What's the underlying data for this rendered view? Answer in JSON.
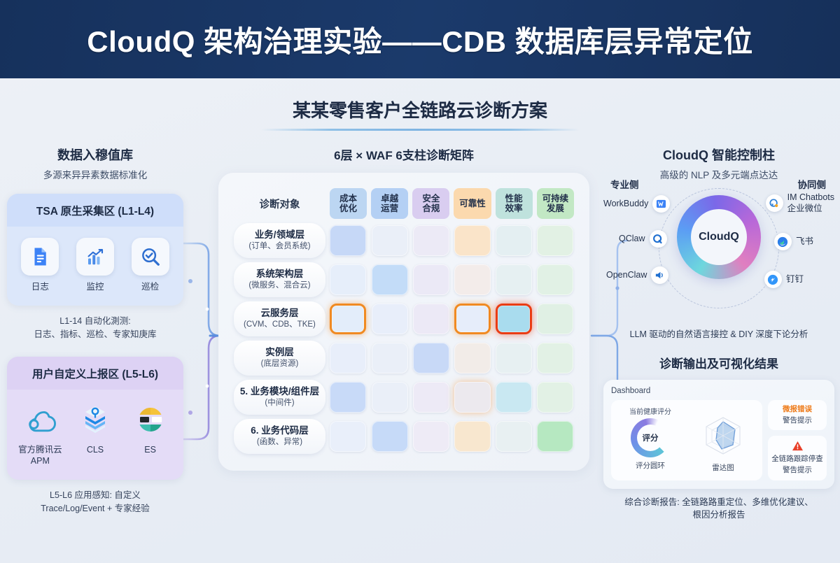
{
  "header": {
    "title": "CloudQ 架构治理实验——CDB 数据库层异常定位",
    "bg": "#16315c"
  },
  "subtitle": "某某零售客户全链路云诊断方案",
  "left": {
    "title": "数据入穆值库",
    "subtitle": "多源来异异素数据标准化",
    "tsa": {
      "heading": "TSA 原生采集区 (L1-L4)",
      "items": [
        {
          "label": "日志",
          "icon": "document-icon"
        },
        {
          "label": "监控",
          "icon": "bar-chart-icon"
        },
        {
          "label": "巡检",
          "icon": "search-check-icon"
        }
      ],
      "note": "L1-14 自动化測测:\n日志、指标、巡检、专家知庚库",
      "note_line1": "L1-14 自动化測测:",
      "note_line2": "日志、指标、巡检、专家知庚库"
    },
    "custom": {
      "heading": "用户自定义上报区 (L5-L6)",
      "items": [
        {
          "label": "官方腾讯云\nAPM",
          "label_line1": "官方腾讯云",
          "label_line2": "APM",
          "icon": "tencent-cloud-icon"
        },
        {
          "label": "CLS",
          "label_line1": "CLS",
          "label_line2": "",
          "icon": "layers-icon"
        },
        {
          "label": "ES",
          "label_line1": "ES",
          "label_line2": "",
          "icon": "elasticsearch-icon"
        }
      ],
      "note_line1": "L5-L6 应用感知: 自定义",
      "note_line2": "Trace/Log/Event + 专家经验"
    }
  },
  "matrix": {
    "title": "6层 × WAF 6支柱诊断矩阵",
    "corner_label": "诊断对象",
    "pillars": [
      {
        "line1": "成本",
        "line2": "优化",
        "color": "#bcd6f2"
      },
      {
        "line1": "卓越",
        "line2": "运营",
        "color": "#b4d0f4"
      },
      {
        "line1": "安全",
        "line2": "合规",
        "color": "#d9cdf0"
      },
      {
        "line1": "可靠性",
        "line2": "",
        "color": "#fbd9ae"
      },
      {
        "line1": "性能",
        "line2": "效率",
        "color": "#bfe2dd"
      },
      {
        "line1": "可持续",
        "line2": "发展",
        "color": "#c2e8c4"
      }
    ],
    "rows": [
      {
        "name": "业务/领域层",
        "detail": "(订单、会员系统)",
        "cells": [
          {
            "fill": "#c6d8f7",
            "state": "normal"
          },
          {
            "fill": "#eaeff8",
            "state": "normal"
          },
          {
            "fill": "#eceaf6",
            "state": "normal"
          },
          {
            "fill": "#fae4c9",
            "state": "normal"
          },
          {
            "fill": "#e4eff2",
            "state": "normal"
          },
          {
            "fill": "#e2f1e4",
            "state": "normal"
          }
        ]
      },
      {
        "name": "系统架构层",
        "detail": "(微服务、混合云)",
        "cells": [
          {
            "fill": "#e6eefa",
            "state": "normal"
          },
          {
            "fill": "#c3dcf8",
            "state": "normal"
          },
          {
            "fill": "#ebe9f6",
            "state": "normal"
          },
          {
            "fill": "#f3ecea",
            "state": "normal"
          },
          {
            "fill": "#e6f0f2",
            "state": "normal"
          },
          {
            "fill": "#e1f1e5",
            "state": "normal"
          }
        ]
      },
      {
        "name": "云服务层",
        "detail": "(CVM、CDB、TKE)",
        "cells": [
          {
            "fill": "#e3edfa",
            "state": "alert-orange"
          },
          {
            "fill": "#e8eefa",
            "state": "normal"
          },
          {
            "fill": "#ece9f6",
            "state": "normal"
          },
          {
            "fill": "#e6edfa",
            "state": "alert-orange"
          },
          {
            "fill": "#a9dcee",
            "state": "alert-red"
          },
          {
            "fill": "#e0f0e4",
            "state": "normal"
          }
        ]
      },
      {
        "name": "实例层",
        "detail": "(底层资源)",
        "cells": [
          {
            "fill": "#e8eefa",
            "state": "normal"
          },
          {
            "fill": "#eaeff8",
            "state": "normal"
          },
          {
            "fill": "#c8d9f7",
            "state": "normal"
          },
          {
            "fill": "#f2ece8",
            "state": "normal"
          },
          {
            "fill": "#e7f0f2",
            "state": "normal"
          },
          {
            "fill": "#e2f1e5",
            "state": "normal"
          }
        ]
      },
      {
        "name": "5. 业务模块/组件层",
        "detail": "(中间件)",
        "cells": [
          {
            "fill": "#c8daf8",
            "state": "normal"
          },
          {
            "fill": "#eaeff8",
            "state": "normal"
          },
          {
            "fill": "#edeaf6",
            "state": "normal"
          },
          {
            "fill": "#ece9ee",
            "state": "glow-orange"
          },
          {
            "fill": "#c9e8f2",
            "state": "normal"
          },
          {
            "fill": "#e2f1e5",
            "state": "normal"
          }
        ]
      },
      {
        "name": "6. 业务代码层",
        "detail": "(函数、异常)",
        "cells": [
          {
            "fill": "#e9effa",
            "state": "normal"
          },
          {
            "fill": "#c6daf8",
            "state": "normal"
          },
          {
            "fill": "#eeebf6",
            "state": "normal"
          },
          {
            "fill": "#f8e7cf",
            "state": "normal"
          },
          {
            "fill": "#e8f0f2",
            "state": "normal"
          },
          {
            "fill": "#b6e8c1",
            "state": "normal"
          }
        ]
      }
    ]
  },
  "hub": {
    "title": "CloudQ 智能控制柱",
    "subtitle": "高级的 NLP 及多元端点达达",
    "center_label": "CloudQ",
    "pro_heading": "专业侧",
    "collab_heading": "协同侧",
    "pro_nodes": [
      {
        "label": "WorkBuddy",
        "label2": "",
        "icon": "workbuddy-icon"
      },
      {
        "label": "QClaw",
        "label2": "",
        "icon": "qclaw-icon"
      },
      {
        "label": "OpenClaw",
        "label2": "",
        "icon": "openclaw-icon"
      }
    ],
    "collab_nodes": [
      {
        "label": "IM Chatbots",
        "label2": "企业微位",
        "icon": "chat-bubble-icon"
      },
      {
        "label": "飞书",
        "label2": "",
        "icon": "feishu-icon"
      },
      {
        "label": "钉钉",
        "label2": "",
        "icon": "dingtalk-icon"
      }
    ],
    "note": "LLM 驱动的自然语言接控 & DIY 深度下论分析"
  },
  "output": {
    "title": "诊断输出及可视化结果",
    "dashboard_label": "Dashboard",
    "score_top_caption": "当前健康评分",
    "score_value": "评分",
    "score_caption": "评分圆环",
    "radar_caption": "雷达图",
    "alerts": [
      {
        "t1": "微报错误",
        "t2": "警告提示"
      },
      {
        "t1": "",
        "t2": "全链路跟踪停查\n警告提示",
        "icon": "warning-triangle-icon",
        "t2_line1": "全链路跟踪停查",
        "t2_line2": "警告提示"
      }
    ],
    "note_line1": "综合诊断报告: 全链路路重定位、多维优化建议、",
    "note_line2": "根因分析报告"
  }
}
